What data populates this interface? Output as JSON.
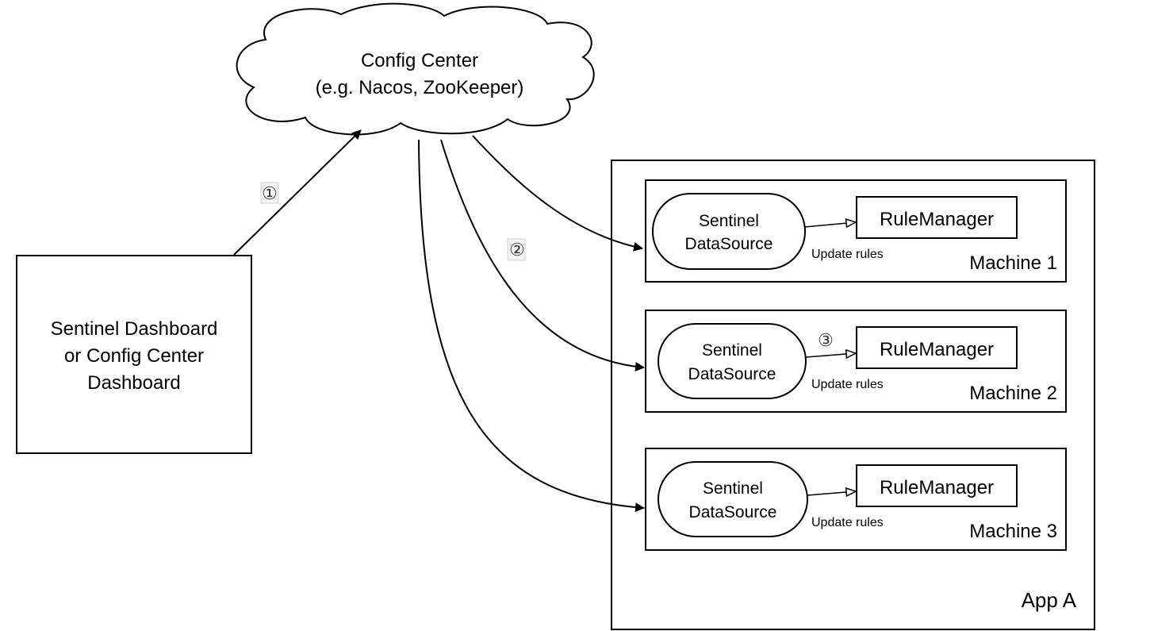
{
  "config_center": {
    "line1": "Config Center",
    "line2": "(e.g. Nacos, ZooKeeper)"
  },
  "dashboard": {
    "line1": "Sentinel Dashboard",
    "line2": "or Config Center",
    "line3": "Dashboard"
  },
  "steps": {
    "one": "①",
    "two": "②",
    "three": "③"
  },
  "app": {
    "label": "App A"
  },
  "machines": [
    {
      "label": "Machine 1",
      "datasource_line1": "Sentinel",
      "datasource_line2": "DataSource",
      "rule_manager": "RuleManager",
      "edge_label": "Update rules"
    },
    {
      "label": "Machine 2",
      "datasource_line1": "Sentinel",
      "datasource_line2": "DataSource",
      "rule_manager": "RuleManager",
      "edge_label": "Update rules"
    },
    {
      "label": "Machine 3",
      "datasource_line1": "Sentinel",
      "datasource_line2": "DataSource",
      "rule_manager": "RuleManager",
      "edge_label": "Update rules"
    }
  ]
}
